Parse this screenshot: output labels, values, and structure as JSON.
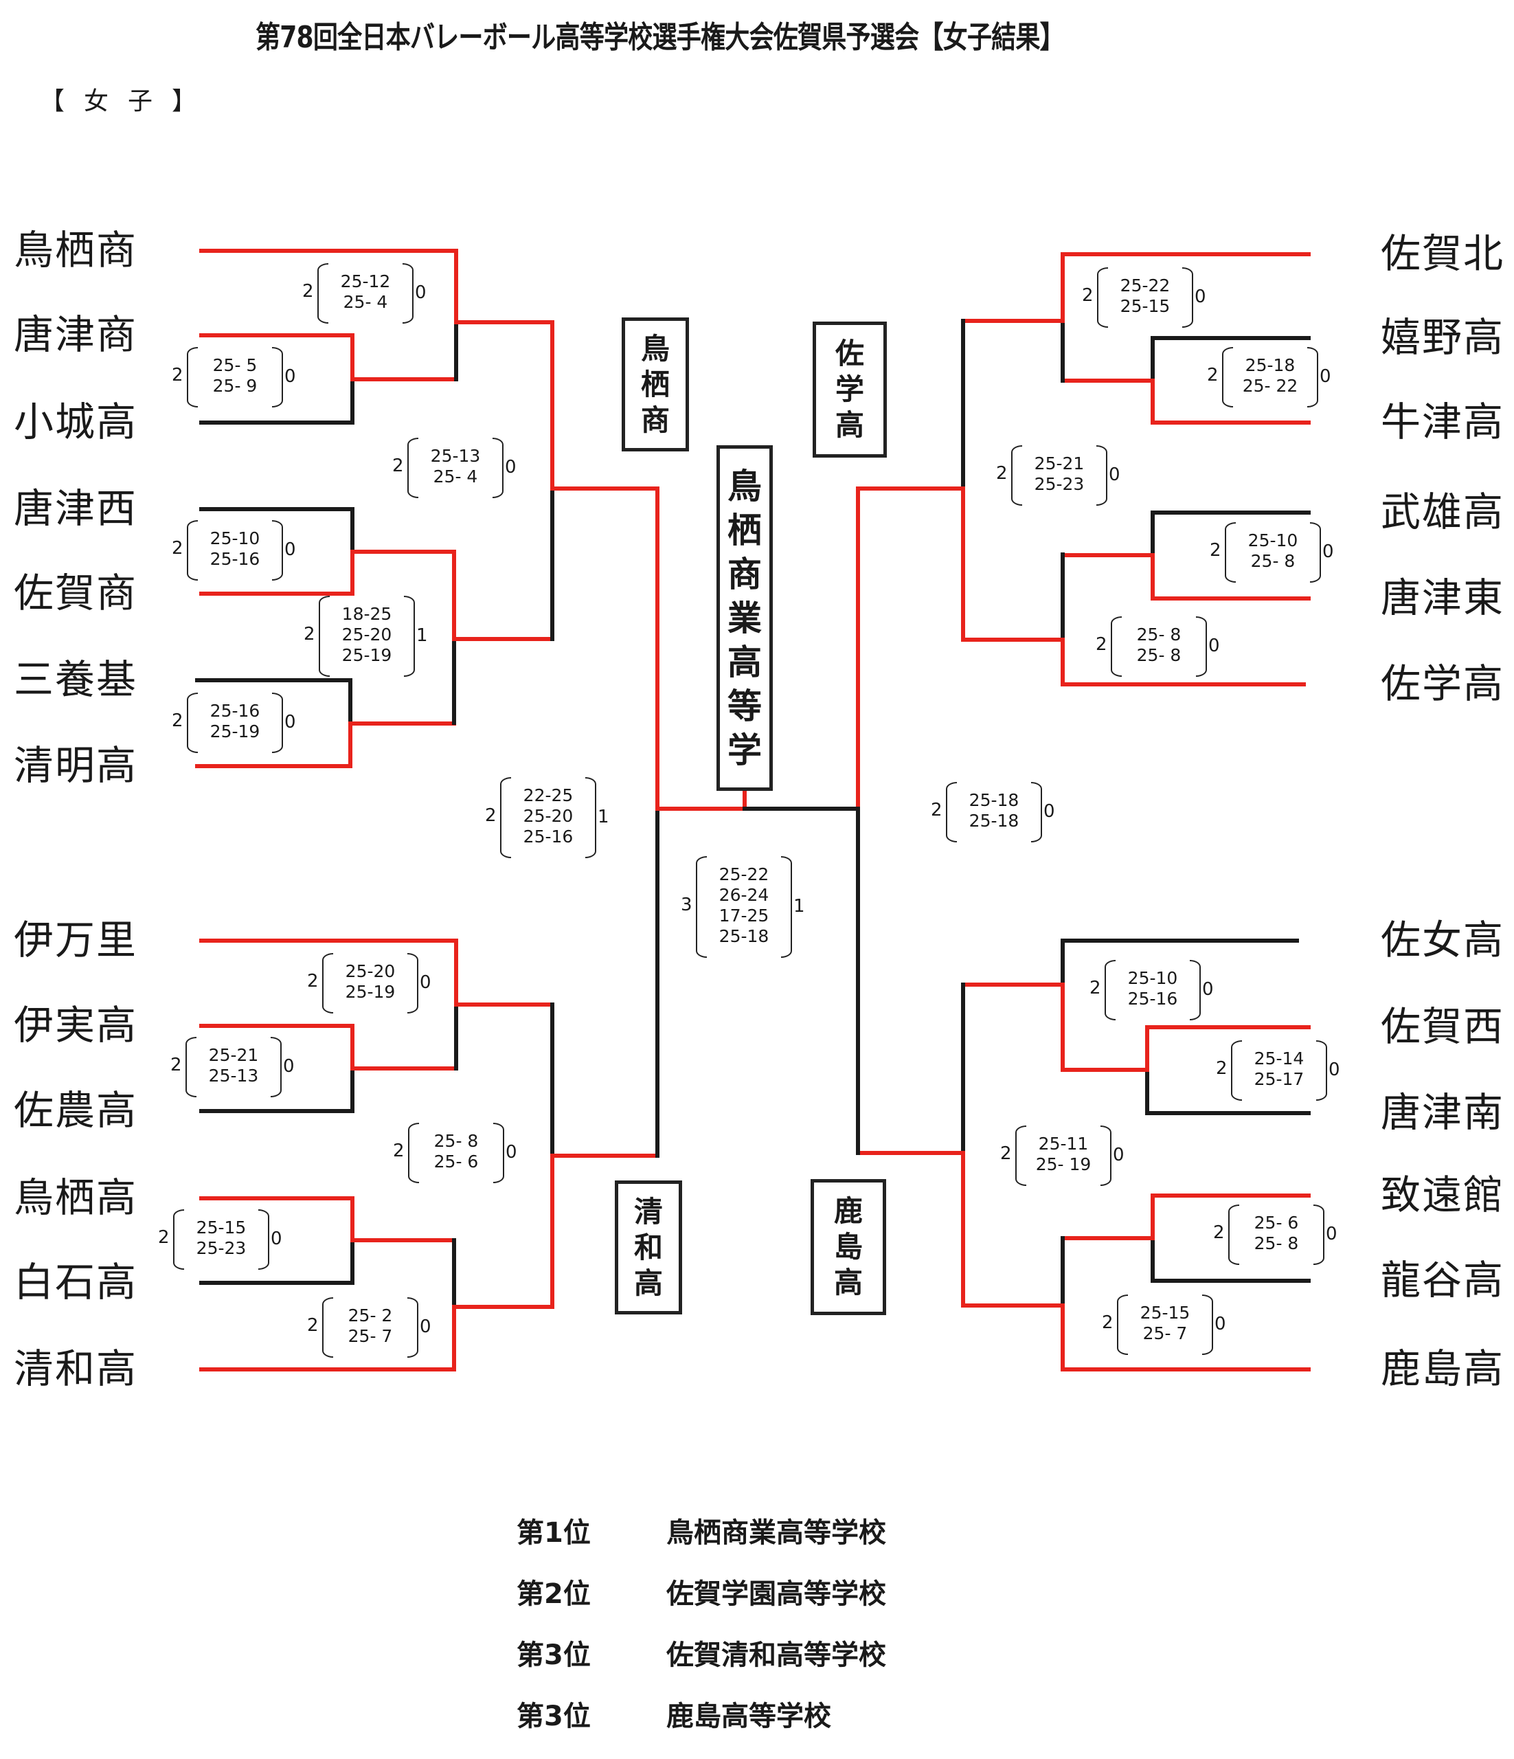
{
  "title": "第78回全日本バレーボール高等学校選手権大会佐賀県予選会【女子結果】",
  "section_label": "【女子】",
  "colors": {
    "winner_line": "#e8231c",
    "loser_line": "#1a1a1a"
  },
  "teams_left": [
    "鳥栖商",
    "唐津商",
    "小城高",
    "唐津西",
    "佐賀商",
    "三養基",
    "清明高",
    "伊万里",
    "伊実高",
    "佐農高",
    "鳥栖高",
    "白石高",
    "清和高"
  ],
  "teams_right": [
    "佐賀北",
    "嬉野高",
    "牛津高",
    "武雄高",
    "唐津東",
    "佐学高",
    "佐女高",
    "佐賀西",
    "唐津南",
    "致遠館",
    "龍谷高",
    "鹿島高"
  ],
  "matches": {
    "L_r1_a": {
      "winner": "唐津商",
      "loser": "小城高",
      "w_sets": "2",
      "l_sets": "0",
      "sets": [
        "25- 5",
        "25- 9"
      ]
    },
    "L_r2_a": {
      "winner": "鳥栖商",
      "loser": "唐津商",
      "w_sets": "2",
      "l_sets": "0",
      "sets": [
        "25-12",
        "25- 4"
      ]
    },
    "L_r1_b": {
      "winner": "佐賀商",
      "loser": "唐津西",
      "w_sets": "2",
      "l_sets": "0",
      "sets": [
        "25-10",
        "25-16"
      ]
    },
    "L_r1_c": {
      "winner": "清明高",
      "loser": "三養基",
      "w_sets": "2",
      "l_sets": "0",
      "sets": [
        "25-16",
        "25-19"
      ]
    },
    "L_r2_b": {
      "winner": "佐賀商",
      "loser": "清明高",
      "w_sets": "2",
      "l_sets": "1",
      "sets": [
        "18-25",
        "25-20",
        "25-19"
      ]
    },
    "L_r3_a": {
      "winner": "鳥栖商",
      "loser": "佐賀商",
      "w_sets": "2",
      "l_sets": "0",
      "sets": [
        "25-13",
        "25- 4"
      ]
    },
    "L_r1_d": {
      "winner": "伊実高",
      "loser": "佐農高",
      "w_sets": "2",
      "l_sets": "0",
      "sets": [
        "25-21",
        "25-13"
      ]
    },
    "L_r2_c": {
      "winner": "伊万里",
      "loser": "伊実高",
      "w_sets": "2",
      "l_sets": "0",
      "sets": [
        "25-20",
        "25-19"
      ]
    },
    "L_r1_e": {
      "winner": "鳥栖高",
      "loser": "白石高",
      "w_sets": "2",
      "l_sets": "0",
      "sets": [
        "25-15",
        "25-23"
      ]
    },
    "L_r2_d": {
      "winner": "清和高",
      "loser": "鳥栖高",
      "w_sets": "2",
      "l_sets": "0",
      "sets": [
        "25- 2",
        "25- 7"
      ]
    },
    "L_r3_b": {
      "winner": "清和高",
      "loser": "伊万里",
      "w_sets": "2",
      "l_sets": "0",
      "sets": [
        "25- 8",
        "25- 6"
      ]
    },
    "L_semi": {
      "winner": "鳥栖商",
      "loser": "清和高",
      "w_sets": "2",
      "l_sets": "1",
      "sets": [
        "22-25",
        "25-20",
        "25-16"
      ]
    },
    "R_r1_a": {
      "winner": "牛津高",
      "loser": "嬉野高",
      "w_sets": "2",
      "l_sets": "0",
      "sets": [
        "25-18",
        "25- 22"
      ]
    },
    "R_r2_a": {
      "winner": "佐賀北",
      "loser": "牛津高",
      "w_sets": "2",
      "l_sets": "0",
      "sets": [
        "25-22",
        "25-15"
      ]
    },
    "R_r1_b": {
      "winner": "唐津東",
      "loser": "武雄高",
      "w_sets": "2",
      "l_sets": "0",
      "sets": [
        "25-10",
        "25- 8"
      ]
    },
    "R_r2_b": {
      "winner": "佐学高",
      "loser": "唐津東",
      "w_sets": "2",
      "l_sets": "0",
      "sets": [
        "25- 8",
        "25- 8"
      ]
    },
    "R_r3_a": {
      "winner": "佐学高",
      "loser": "佐賀北",
      "w_sets": "2",
      "l_sets": "0",
      "sets": [
        "25-21",
        "25-23"
      ]
    },
    "R_r1_c": {
      "winner": "佐賀西",
      "loser": "唐津南",
      "w_sets": "2",
      "l_sets": "0",
      "sets": [
        "25-14",
        "25-17"
      ]
    },
    "R_r2_c": {
      "winner": "佐賀西",
      "loser": "佐女高",
      "w_sets": "2",
      "l_sets": "0",
      "sets": [
        "25-10",
        "25-16"
      ]
    },
    "R_r1_d": {
      "winner": "致遠館",
      "loser": "龍谷高",
      "w_sets": "2",
      "l_sets": "0",
      "sets": [
        "25- 6",
        "25- 8"
      ]
    },
    "R_r2_d": {
      "winner": "鹿島高",
      "loser": "致遠館",
      "w_sets": "2",
      "l_sets": "0",
      "sets": [
        "25-15",
        "25- 7"
      ]
    },
    "R_r3_b": {
      "winner": "鹿島高",
      "loser": "佐賀西",
      "w_sets": "2",
      "l_sets": "0",
      "sets": [
        "25-11",
        "25- 19"
      ]
    },
    "R_semi": {
      "winner": "佐学高",
      "loser": "鹿島高",
      "w_sets": "2",
      "l_sets": "0",
      "sets": [
        "25-18",
        "25-18"
      ]
    },
    "final": {
      "winner": "鳥栖商",
      "loser": "佐学高",
      "w_sets": "3",
      "l_sets": "1",
      "sets": [
        "25-22",
        "26-24",
        "17-25",
        "25-18"
      ]
    }
  },
  "block_winners": {
    "top_left": "鳥栖商",
    "top_right": "佐学高",
    "bottom_left": "清和高",
    "bottom_right": "鹿島高"
  },
  "champion": "鳥栖商業高等学",
  "rankings": [
    {
      "place": "第1位",
      "school": "鳥栖商業高等学校"
    },
    {
      "place": "第2位",
      "school": "佐賀学園高等学校"
    },
    {
      "place": "第3位",
      "school": "佐賀清和高等学校"
    },
    {
      "place": "第3位",
      "school": "鹿島高等学校"
    }
  ]
}
